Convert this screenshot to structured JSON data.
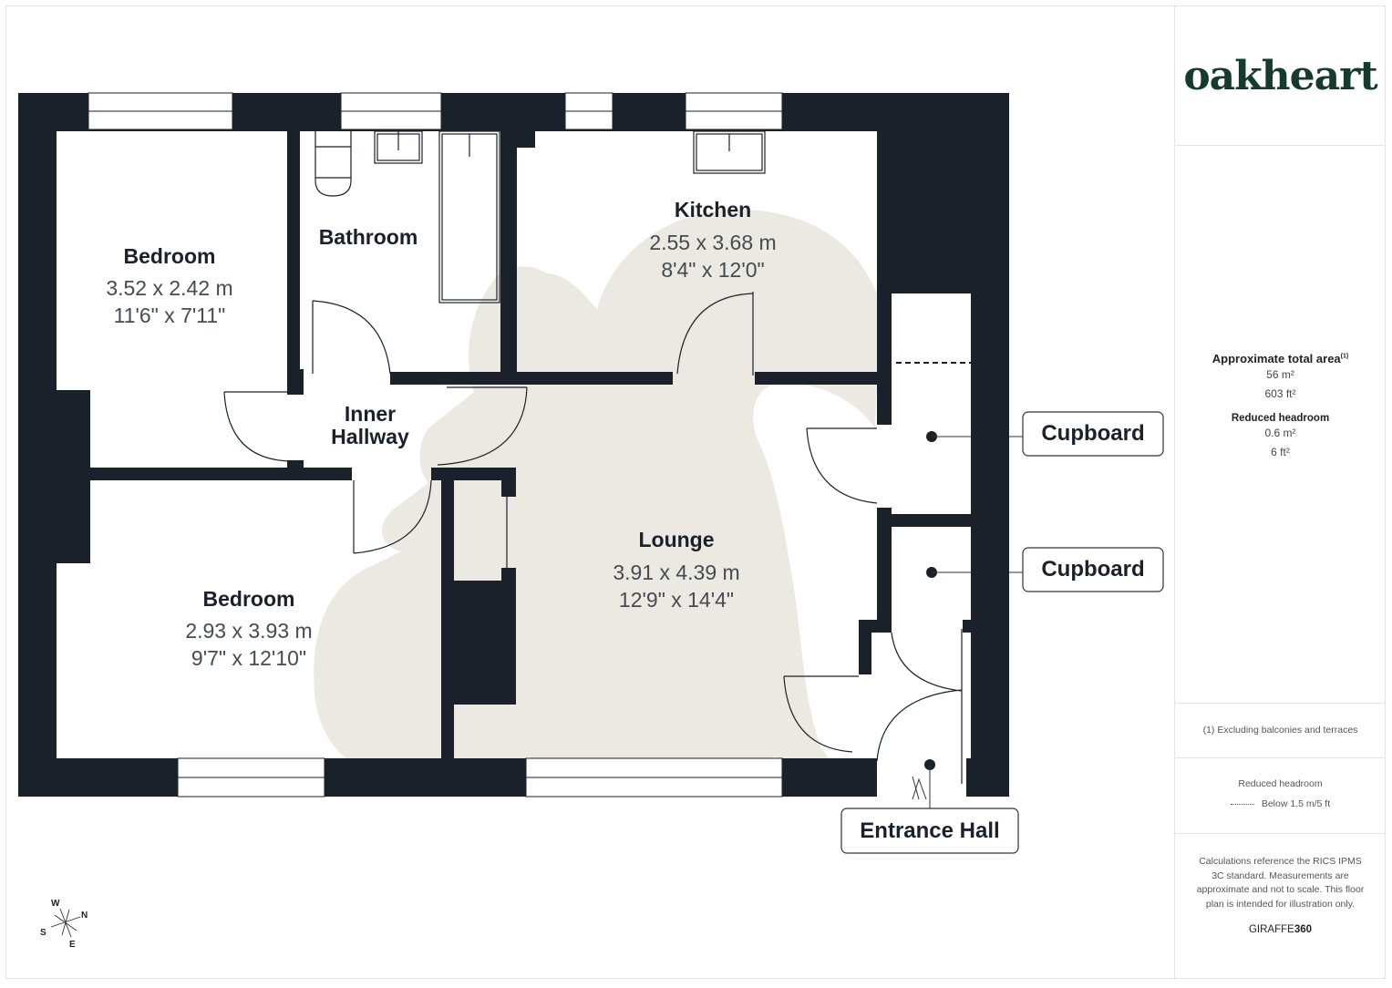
{
  "brand": {
    "logo": "oakheart",
    "logo_color": "#173a2f"
  },
  "colors": {
    "wall": "#1a212a",
    "watermark": "#ece8e2",
    "window": "#ffffff"
  },
  "rooms": [
    {
      "id": "bedroom-1",
      "name": "Bedroom",
      "metric": "3.52 x 2.42 m",
      "imperial": "11'6\" x 7'11\""
    },
    {
      "id": "bathroom",
      "name": "Bathroom"
    },
    {
      "id": "kitchen",
      "name": "Kitchen",
      "metric": "2.55 x 3.68 m",
      "imperial": "8'4\" x 12'0\""
    },
    {
      "id": "inner-hallway",
      "name_line1": "Inner",
      "name_line2": "Hallway"
    },
    {
      "id": "bedroom-2",
      "name": "Bedroom",
      "metric": "2.93 x 3.93 m",
      "imperial": "9'7\" x 12'10\""
    },
    {
      "id": "lounge",
      "name": "Lounge",
      "metric": "3.91 x 4.39 m",
      "imperial": "12'9\" x 14'4\""
    }
  ],
  "callouts": [
    {
      "id": "cupboard-1",
      "label": "Cupboard"
    },
    {
      "id": "cupboard-2",
      "label": "Cupboard"
    },
    {
      "id": "entrance-hall",
      "label": "Entrance Hall"
    }
  ],
  "compass": {
    "w": "W",
    "n": "N",
    "s": "S",
    "e": "E"
  },
  "panel": {
    "area_title": "Approximate total area",
    "area_footnote_mark": "(1)",
    "total_m2": "56 m²",
    "total_ft2": "603 ft²",
    "reduced_title": "Reduced headroom",
    "reduced_m2": "0.6 m²",
    "reduced_ft2": "6 ft²",
    "footnote": "(1) Excluding balconies and terraces",
    "legend_title": "Reduced headroom",
    "legend_label": "Below 1.5 m/5 ft",
    "disclaimer": "Calculations reference the RICS IPMS 3C standard. Measurements are approximate and not to scale. This floor plan is intended for illustration only.",
    "brand_prefix": "GIRAFFE",
    "brand_suffix": "360"
  }
}
